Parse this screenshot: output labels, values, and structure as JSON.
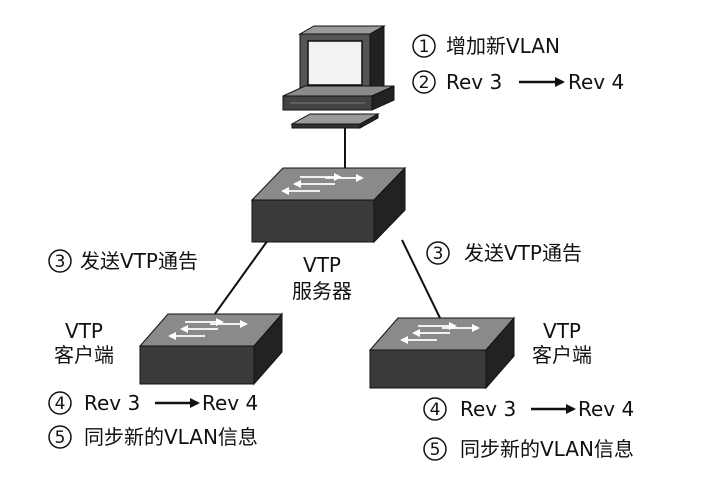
{
  "computer": {
    "steps": [
      {
        "num": "1",
        "text": "增加新VLAN"
      },
      {
        "num": "2",
        "text_from": "Rev 3",
        "text_to": "Rev 4"
      }
    ]
  },
  "server": {
    "label_line1": "VTP",
    "label_line2": "服务器"
  },
  "advert_left": {
    "num": "3",
    "text": "发送VTP通告"
  },
  "advert_right": {
    "num": "3",
    "text": "发送VTP通告"
  },
  "client_left": {
    "label_line1": "VTP",
    "label_line2": "客户端",
    "step_rev": {
      "num": "4",
      "text_from": "Rev 3",
      "text_to": "Rev 4"
    },
    "step_sync": {
      "num": "5",
      "text": "同步新的VLAN信息"
    }
  },
  "client_right": {
    "label_line1": "VTP",
    "label_line2": "客户端",
    "step_rev": {
      "num": "4",
      "text_from": "Rev 3",
      "text_to": "Rev 4"
    },
    "step_sync": {
      "num": "5",
      "text": "同步新的VLAN信息"
    }
  },
  "colors": {
    "device_top": "#8a8a8a",
    "device_front": "#3a3a3a",
    "device_side": "#222222",
    "line": "#111111"
  }
}
